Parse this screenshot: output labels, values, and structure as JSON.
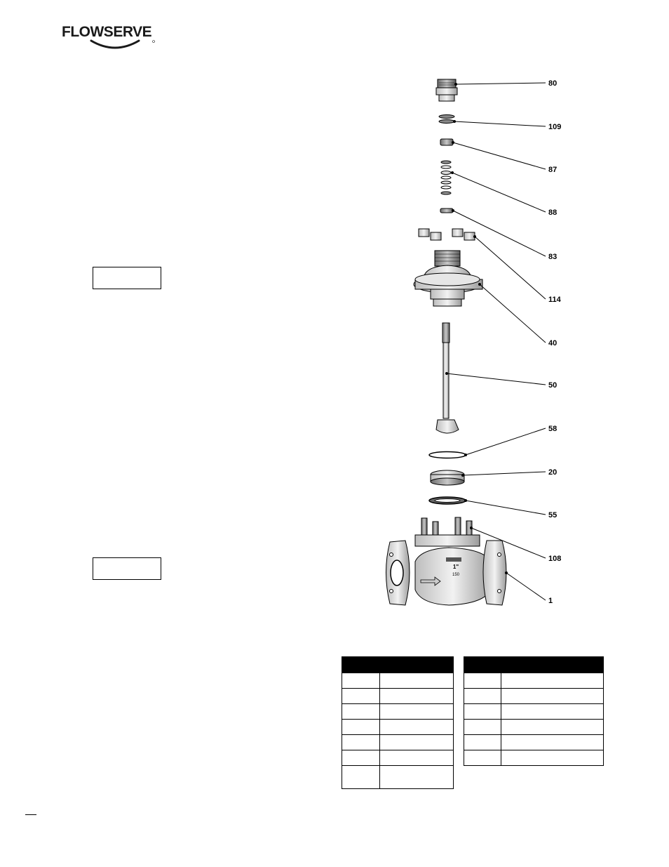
{
  "brand": {
    "name": "FLOWSERVE"
  },
  "diagram": {
    "callouts": [
      "80",
      "109",
      "87",
      "88",
      "83",
      "114",
      "40",
      "50",
      "58",
      "20",
      "55",
      "108",
      "1"
    ],
    "body_marks": {
      "size": "1\"",
      "rating": "150"
    }
  },
  "parts_tables": [
    {
      "rows": 7
    },
    {
      "rows": 6
    }
  ]
}
